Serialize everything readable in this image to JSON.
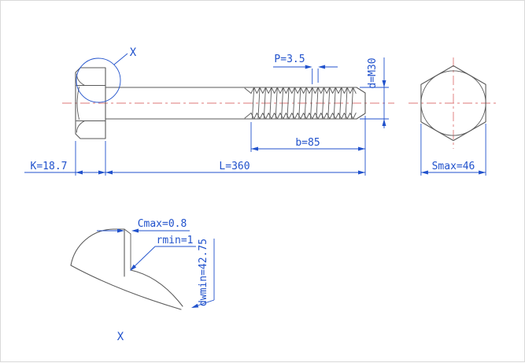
{
  "drawing": {
    "labels": {
      "detail_ref_top": "X",
      "detail_ref_bottom": "X",
      "pitch": "P=3.5",
      "diameter": "d=M30",
      "thread_length": "b=85",
      "total_length": "L=360",
      "head_height": "K=18.7",
      "width_across_flats": "Smax=46",
      "chamfer": "Cmax=0.8",
      "fillet_radius": "rmin=1",
      "washer_face_diameter": "dwmin=42.75"
    },
    "colors": {
      "dimension": "#2152cc",
      "centerline": "#dd7777",
      "outline": "#5a5a5a"
    }
  }
}
